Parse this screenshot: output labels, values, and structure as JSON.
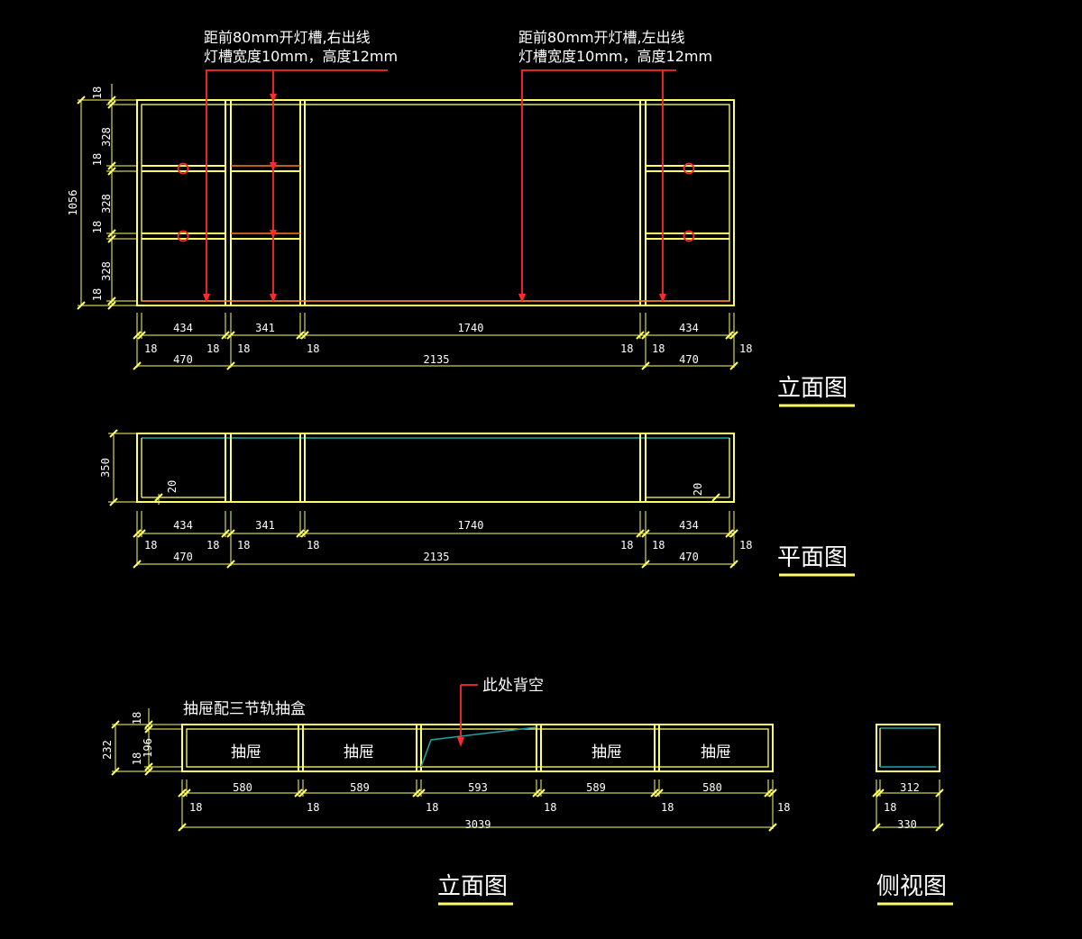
{
  "colors": {
    "background": "#000000",
    "outline": "#ffff66",
    "leader": "#ff2a2a",
    "glass": "#1aa5a5",
    "text": "#ffffff"
  },
  "views": {
    "front_top": {
      "title": "立面图"
    },
    "plan": {
      "title": "平面图"
    },
    "front_bottom": {
      "title": "立面图"
    },
    "side": {
      "title": "侧视图"
    }
  },
  "notes": {
    "left_line1": "距前80mm开灯槽,右出线",
    "left_line2": "灯槽宽度10mm，高度12mm",
    "right_line1": "距前80mm开灯槽,左出线",
    "right_line2": "灯槽宽度10mm，高度12mm",
    "back_open": "此处背空",
    "drawer_note": "抽屉配三节轨抽盒"
  },
  "drawer_label": "抽屉",
  "dims": {
    "height_total": "1056",
    "v18": "18",
    "v328": "328",
    "w434": "434",
    "w341": "341",
    "w1740": "1740",
    "w470": "470",
    "w2135": "2135",
    "d350": "350",
    "d20": "20",
    "h232": "232",
    "h196": "196",
    "w580": "580",
    "w589": "589",
    "w593": "593",
    "w3039": "3039",
    "s312": "312",
    "s330": "330"
  }
}
